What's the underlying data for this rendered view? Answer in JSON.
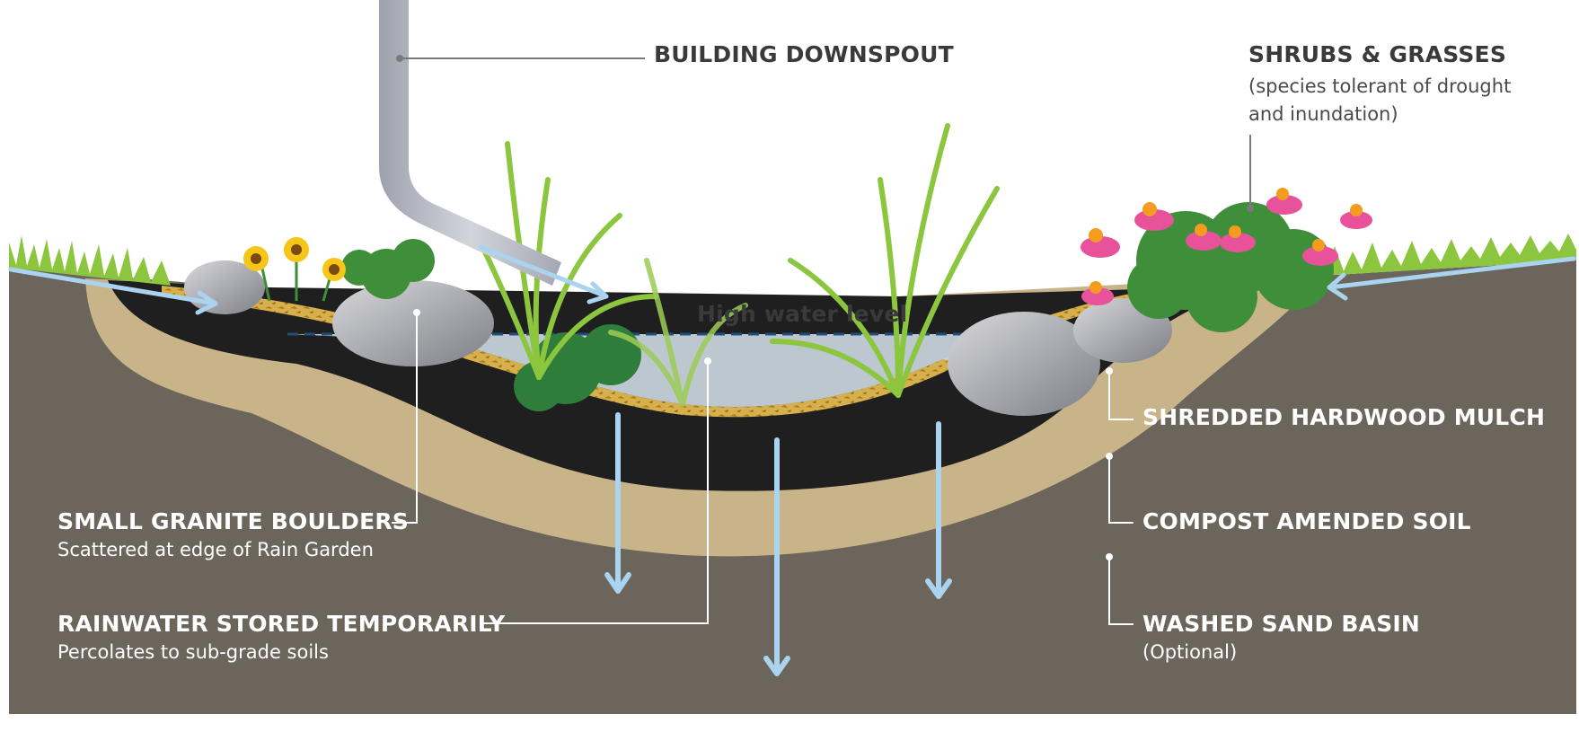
{
  "labels": {
    "downspout": "BUILDING DOWNSPOUT",
    "shrubs_title": "SHRUBS & GRASSES",
    "shrubs_sub1": "(species tolerant of drought",
    "shrubs_sub2": "and inundation)",
    "high_water": "High water level",
    "mulch": "SHREDDED HARDWOOD MULCH",
    "compost": "COMPOST AMENDED SOIL",
    "sand_title": "WASHED SAND BASIN",
    "sand_sub": "(Optional)",
    "boulders_title": "SMALL GRANITE BOULDERS",
    "boulders_sub": "Scattered at edge of Rain Garden",
    "rainwater_title": "RAINWATER STORED TEMPORARILY",
    "rainwater_sub": "Percolates to sub-grade soils"
  },
  "colors": {
    "subgrade": "#6b655b",
    "sand": "#c9b48a",
    "compost": "#1f1f1f",
    "mulch": "#d9b24a",
    "water": "#cdd9e2",
    "water_line": "#1f4e79",
    "arrow": "#a9d3ee",
    "grass": "#8cc63f",
    "downspout": "#b9bcc6"
  }
}
